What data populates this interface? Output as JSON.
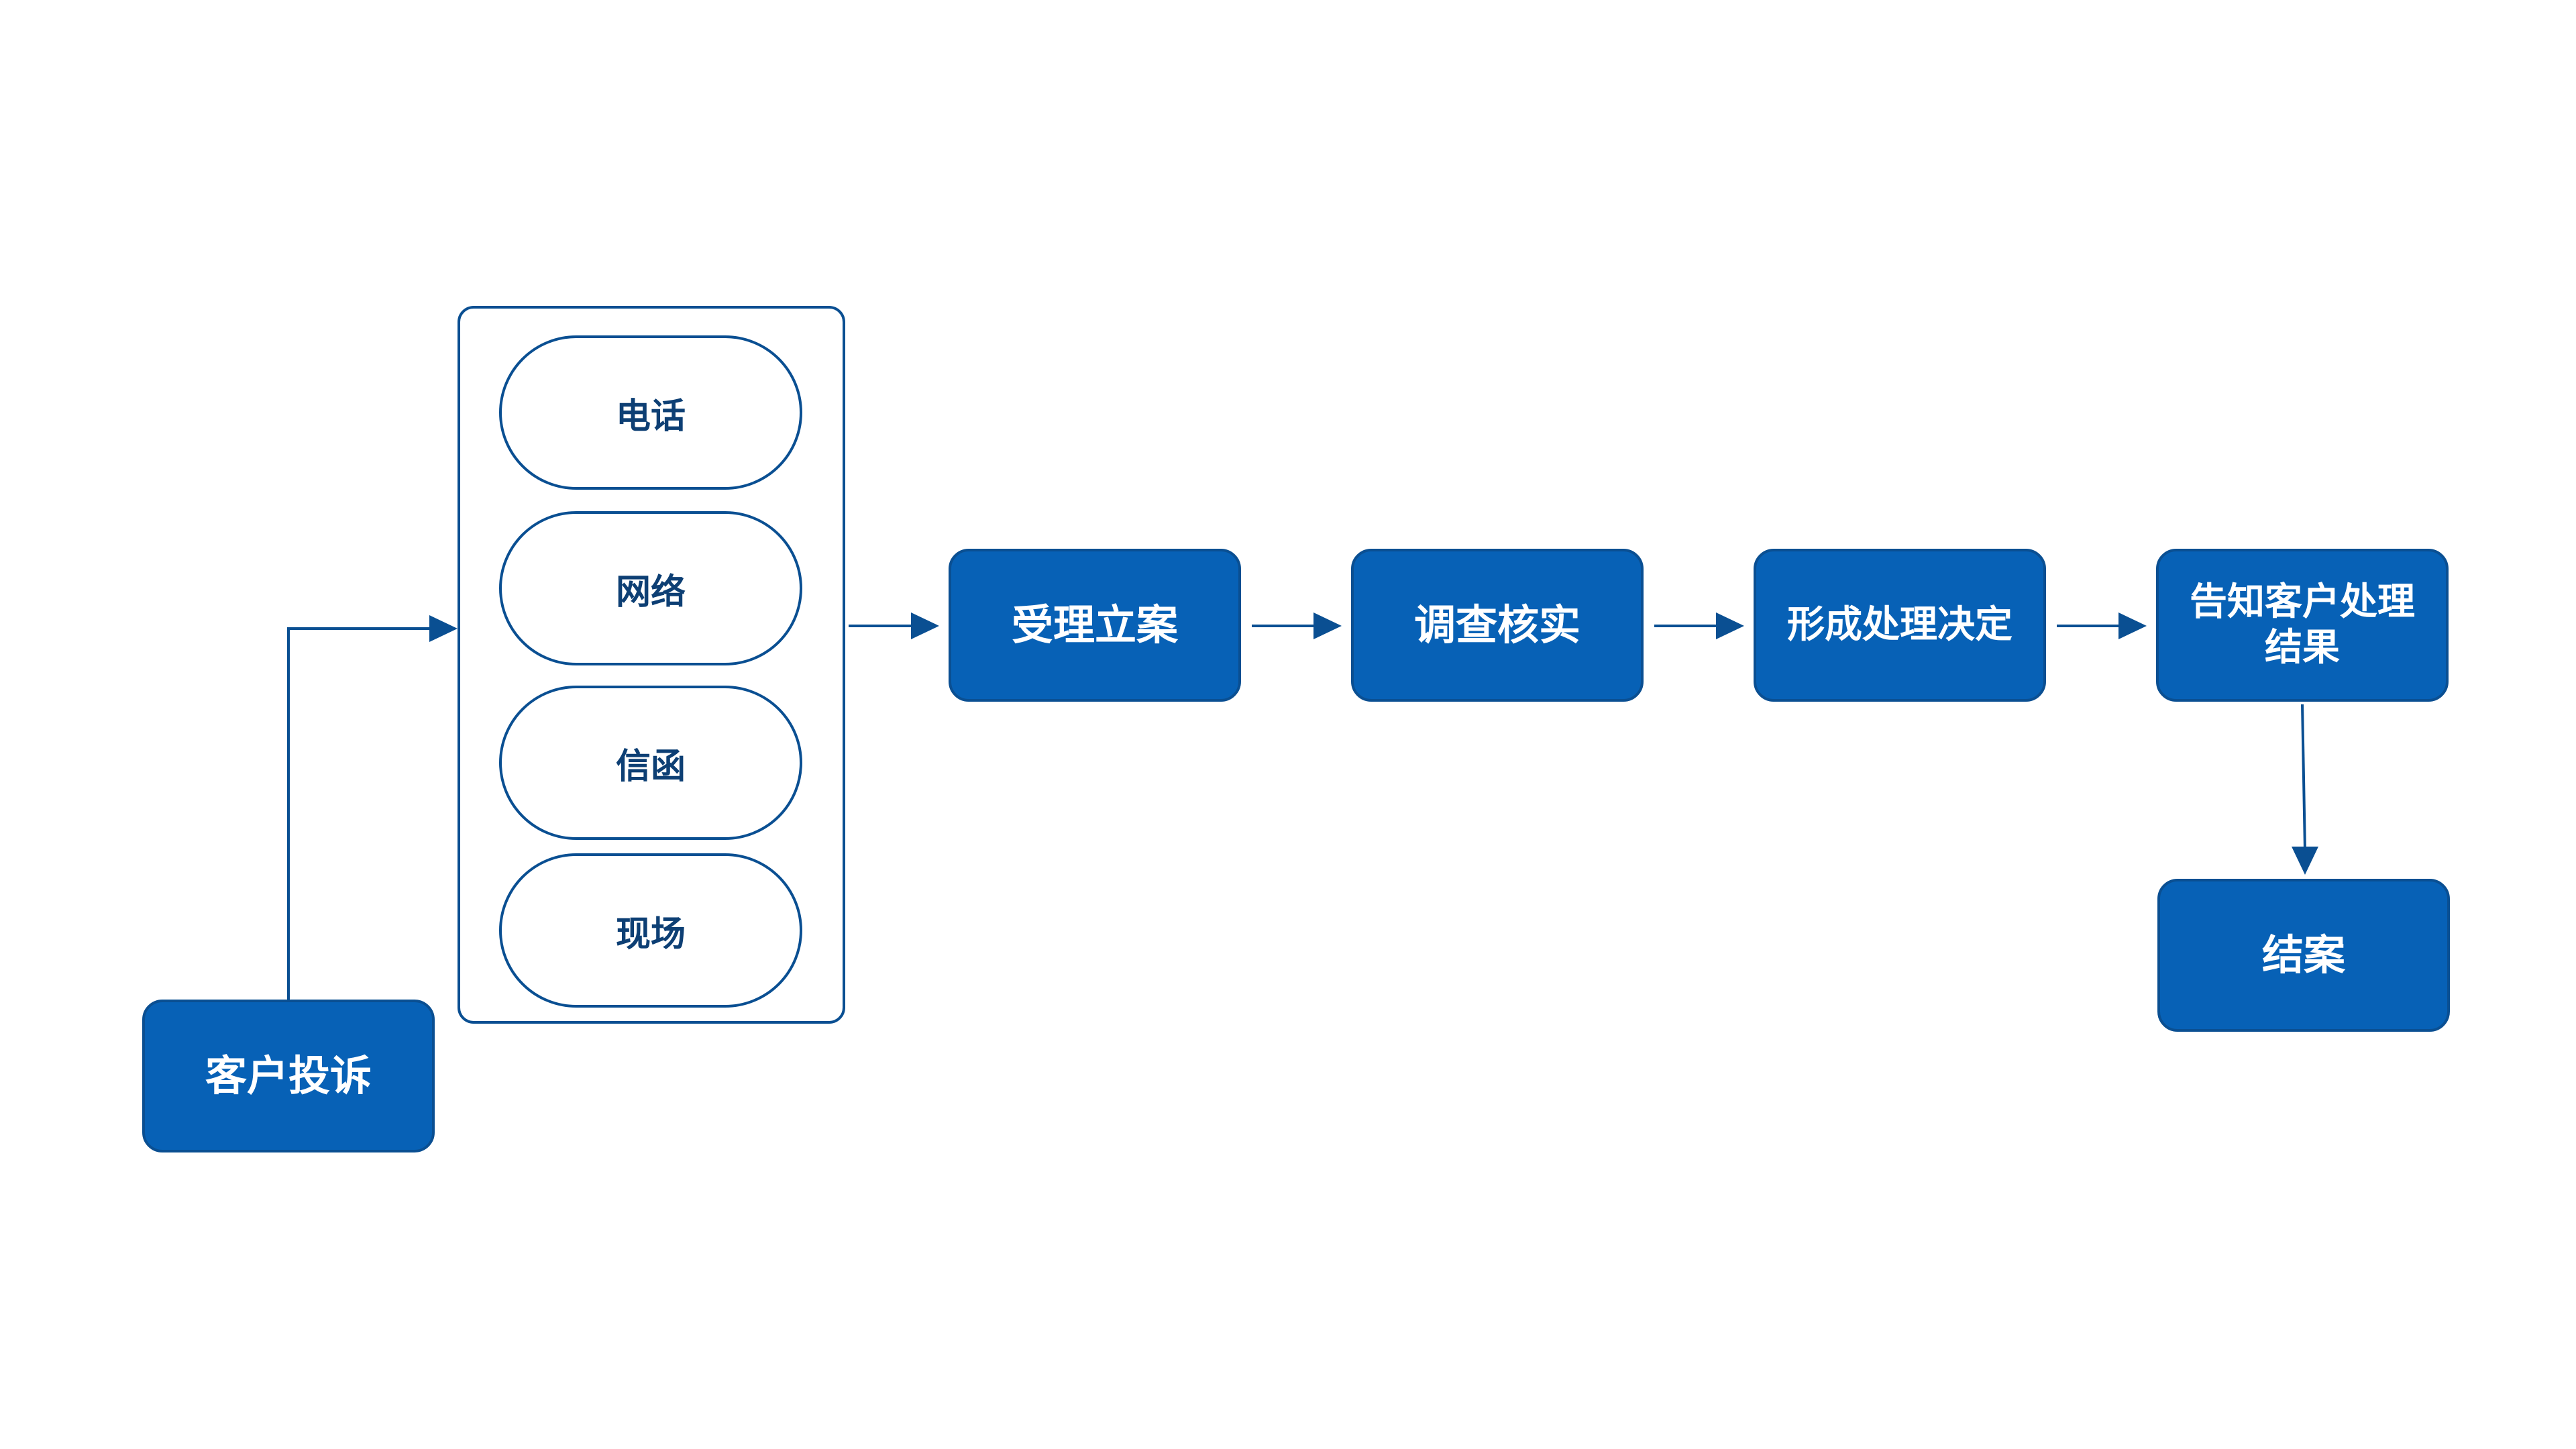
{
  "colors": {
    "box_fill": "#0761b6",
    "box_border": "#0a4f92",
    "connector": "#0a4f92",
    "pill_text": "#0d3f74"
  },
  "nodes": {
    "complaint": "客户投诉",
    "channels": [
      "电话",
      "网络",
      "信函",
      "现场"
    ],
    "accept": "受理立案",
    "investigate": "调查核实",
    "decide": "形成处理决定",
    "notify_line1": "告知客户处理",
    "notify_line2": "结果",
    "close": "结案"
  }
}
